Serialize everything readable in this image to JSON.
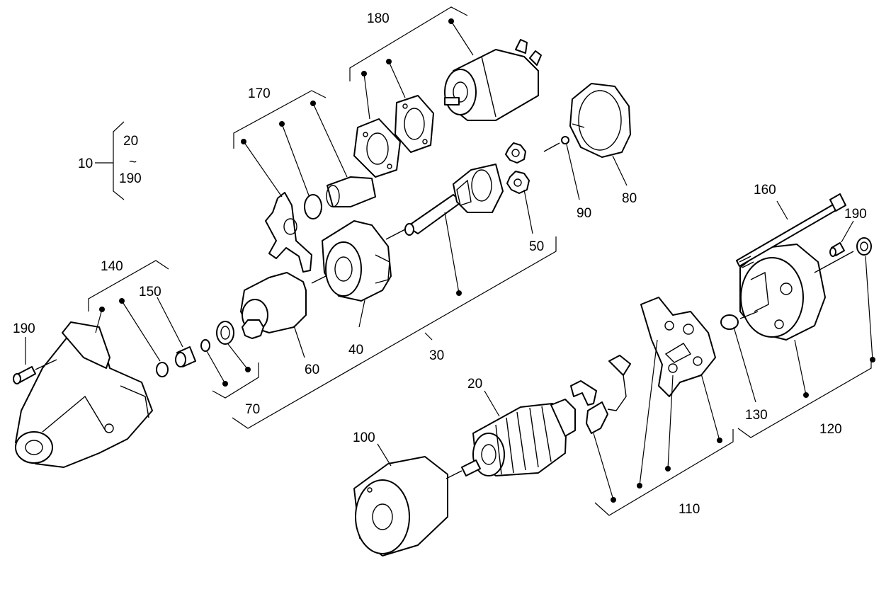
{
  "callouts": {
    "c10": "10",
    "c20_range_start": "20",
    "c_range_symbol": "~",
    "c190_range_end": "190",
    "c180": "180",
    "c170": "170",
    "c140": "140",
    "c150": "150",
    "c190_left": "190",
    "c60": "60",
    "c70": "70",
    "c40": "40",
    "c30": "30",
    "c50": "50",
    "c90": "90",
    "c80": "80",
    "c160": "160",
    "c190_right": "190",
    "c130": "130",
    "c120": "120",
    "c20": "20",
    "c100": "100",
    "c110": "110"
  }
}
